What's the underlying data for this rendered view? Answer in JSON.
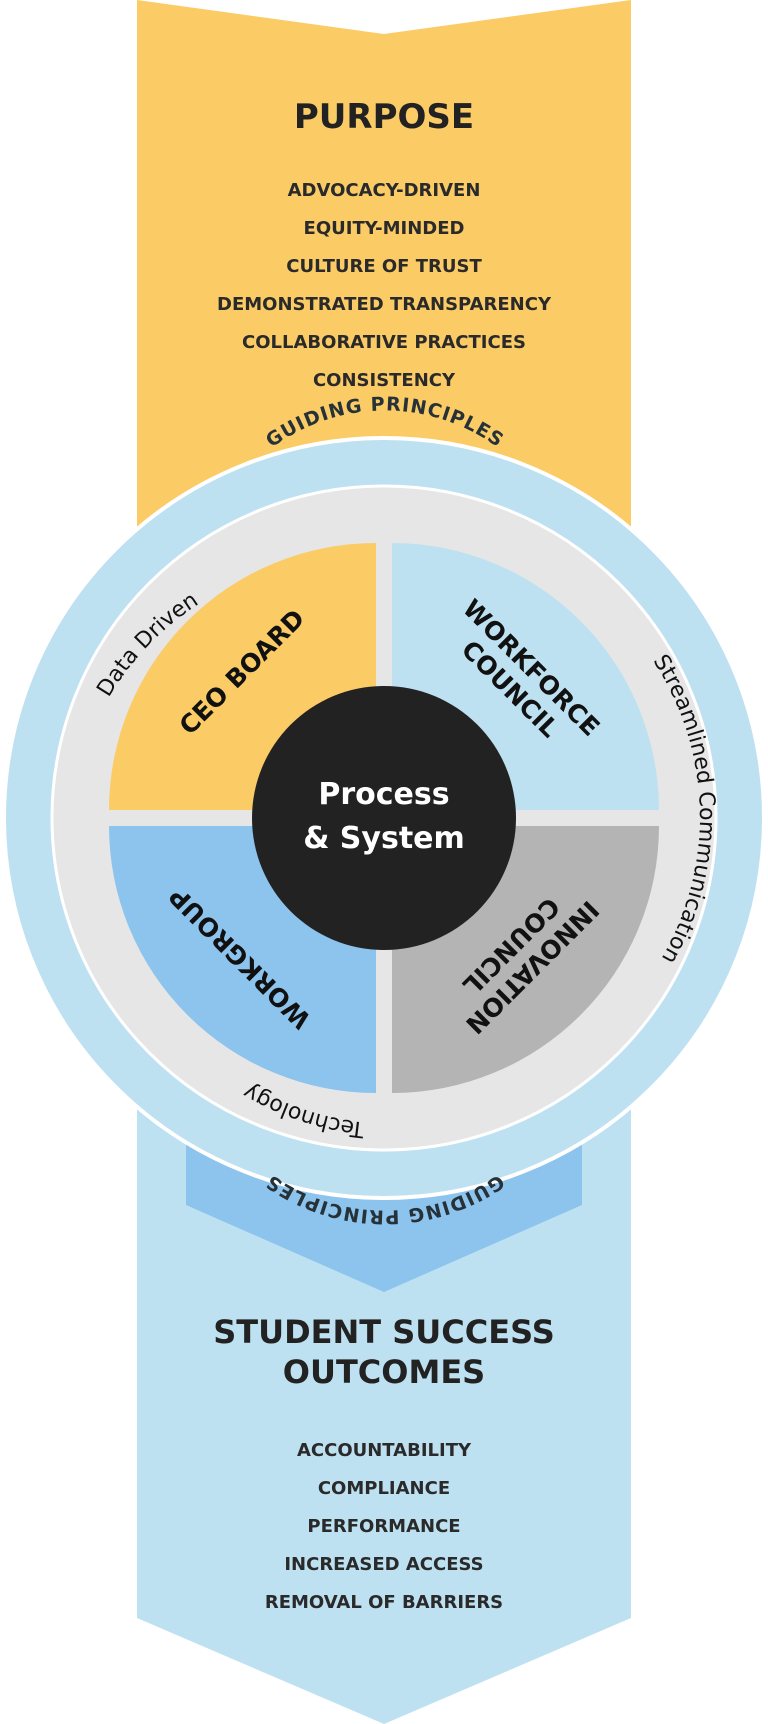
{
  "colors": {
    "purpose_arrow": "#FBCB66",
    "outcomes_arrow": "#BEE1F2",
    "outcomes_chevron": "#8CC4EE",
    "outer_ring": "#BEE1F2",
    "inner_band": "#E6E6E6",
    "ceo_board": "#FBCB66",
    "workforce_council": "#BEE1F2",
    "workgroup": "#8CC4EE",
    "innovation_council": "#B4B4B4",
    "center": "#222222",
    "text_dark": "#222222"
  },
  "purpose": {
    "title": "PURPOSE",
    "items": [
      "ADVOCACY-DRIVEN",
      "EQUITY-MINDED",
      "CULTURE OF TRUST",
      "DEMONSTRATED TRANSPARENCY",
      "COLLABORATIVE PRACTICES",
      "CONSISTENCY"
    ]
  },
  "ring": {
    "top_label": "GUIDING PRINCIPLES",
    "bottom_label": "GUIDING PRINCIPLES"
  },
  "band": {
    "left": "Data Driven",
    "right": "Streamlined Communication",
    "bottom": "Technology"
  },
  "quadrants": {
    "ceo_board": "CEO BOARD",
    "workforce_council": [
      "WORKFORCE",
      "COUNCIL"
    ],
    "workgroup": "WORKGROUP",
    "innovation_council": [
      "INNOVATION",
      "COUNCIL"
    ]
  },
  "center": {
    "line1": "Process",
    "line2": "& System"
  },
  "outcomes": {
    "title": [
      "STUDENT SUCCESS",
      "OUTCOMES"
    ],
    "items": [
      "ACCOUNTABILITY",
      "COMPLIANCE",
      "PERFORMANCE",
      "INCREASED ACCESS",
      "REMOVAL OF BARRIERS"
    ]
  }
}
